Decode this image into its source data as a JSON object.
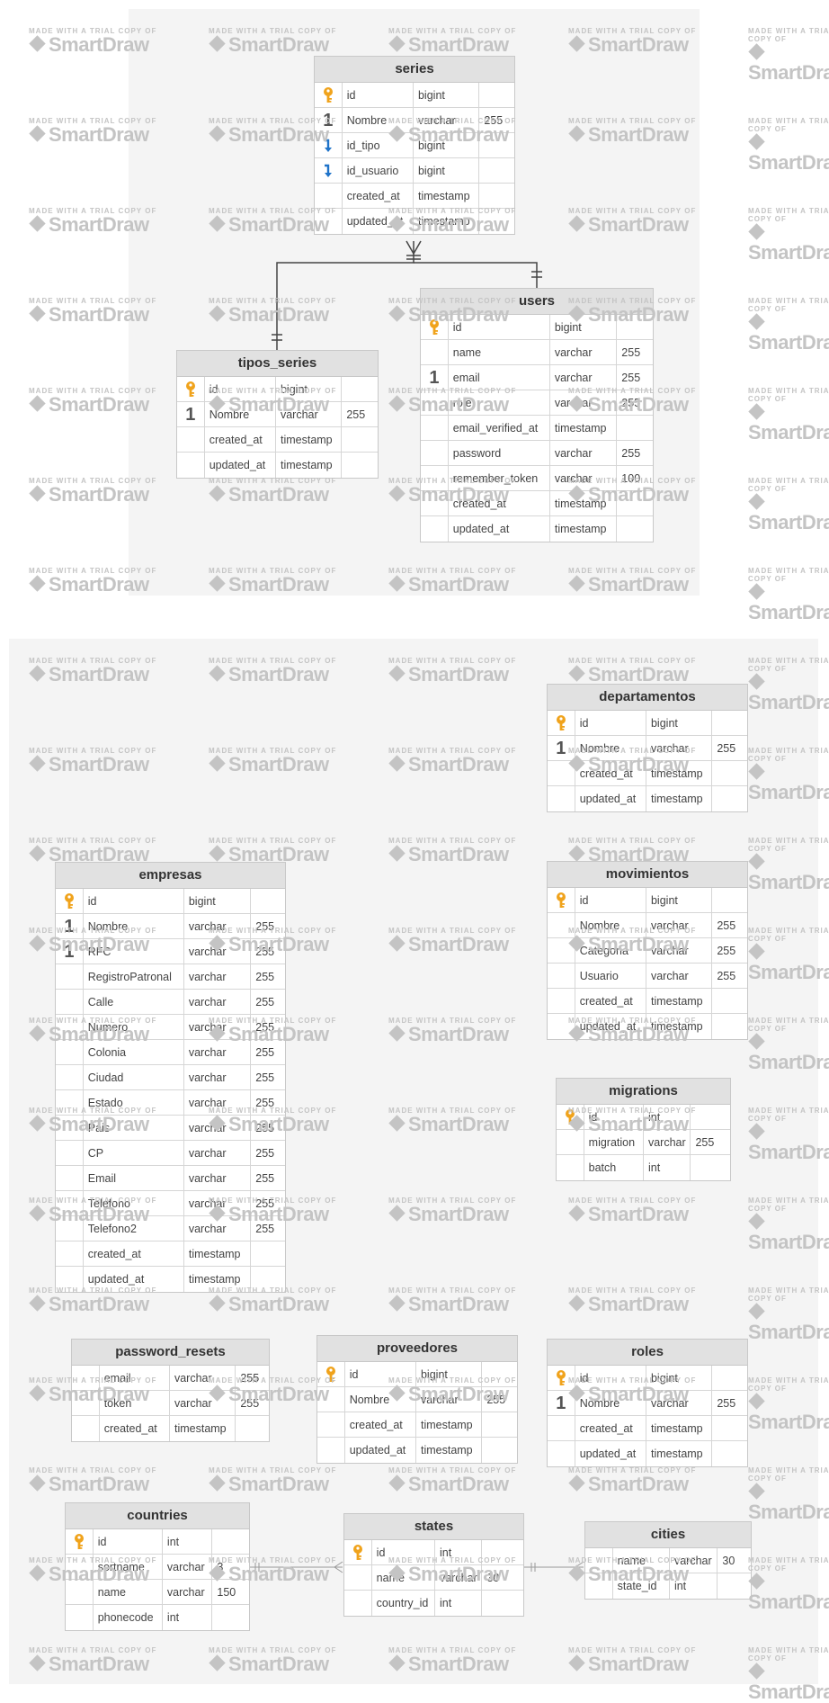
{
  "watermark": {
    "line1": "MADE WITH A TRIAL COPY OF",
    "line2": "SmartDraw"
  },
  "tables": [
    {
      "id": "series",
      "title": "series",
      "rows": [
        {
          "icon": "key",
          "name": "id",
          "type": "bigint",
          "len": ""
        },
        {
          "icon": "one",
          "name": "Nombre",
          "type": "varchar",
          "len": "255"
        },
        {
          "icon": "fk",
          "name": "id_tipo",
          "type": "bigint",
          "len": ""
        },
        {
          "icon": "fk",
          "name": "id_usuario",
          "type": "bigint",
          "len": ""
        },
        {
          "icon": "",
          "name": "created_at",
          "type": "timestamp",
          "len": ""
        },
        {
          "icon": "",
          "name": "updated_at",
          "type": "timestamp",
          "len": ""
        }
      ]
    },
    {
      "id": "users",
      "title": "users",
      "rows": [
        {
          "icon": "key",
          "name": "id",
          "type": "bigint",
          "len": ""
        },
        {
          "icon": "",
          "name": "name",
          "type": "varchar",
          "len": "255"
        },
        {
          "icon": "one",
          "name": "email",
          "type": "varchar",
          "len": "255"
        },
        {
          "icon": "",
          "name": "role",
          "type": "varchar",
          "len": "255"
        },
        {
          "icon": "",
          "name": "email_verified_at",
          "type": "timestamp",
          "len": ""
        },
        {
          "icon": "",
          "name": "password",
          "type": "varchar",
          "len": "255"
        },
        {
          "icon": "",
          "name": "remember_token",
          "type": "varchar",
          "len": "100"
        },
        {
          "icon": "",
          "name": "created_at",
          "type": "timestamp",
          "len": ""
        },
        {
          "icon": "",
          "name": "updated_at",
          "type": "timestamp",
          "len": ""
        }
      ]
    },
    {
      "id": "tipos_series",
      "title": "tipos_series",
      "rows": [
        {
          "icon": "key",
          "name": "id",
          "type": "bigint",
          "len": ""
        },
        {
          "icon": "one",
          "name": "Nombre",
          "type": "varchar",
          "len": "255"
        },
        {
          "icon": "",
          "name": "created_at",
          "type": "timestamp",
          "len": ""
        },
        {
          "icon": "",
          "name": "updated_at",
          "type": "timestamp",
          "len": ""
        }
      ]
    },
    {
      "id": "departamentos",
      "title": "departamentos",
      "rows": [
        {
          "icon": "key",
          "name": "id",
          "type": "bigint",
          "len": ""
        },
        {
          "icon": "one",
          "name": "Nombre",
          "type": "varchar",
          "len": "255"
        },
        {
          "icon": "",
          "name": "created_at",
          "type": "timestamp",
          "len": ""
        },
        {
          "icon": "",
          "name": "updated_at",
          "type": "timestamp",
          "len": ""
        }
      ]
    },
    {
      "id": "empresas",
      "title": "empresas",
      "rows": [
        {
          "icon": "key",
          "name": "id",
          "type": "bigint",
          "len": ""
        },
        {
          "icon": "one",
          "name": "Nombre",
          "type": "varchar",
          "len": "255"
        },
        {
          "icon": "one",
          "name": "RFC",
          "type": "varchar",
          "len": "255"
        },
        {
          "icon": "",
          "name": "RegistroPatronal",
          "type": "varchar",
          "len": "255"
        },
        {
          "icon": "",
          "name": "Calle",
          "type": "varchar",
          "len": "255"
        },
        {
          "icon": "",
          "name": "Numero",
          "type": "varchar",
          "len": "255"
        },
        {
          "icon": "",
          "name": "Colonia",
          "type": "varchar",
          "len": "255"
        },
        {
          "icon": "",
          "name": "Ciudad",
          "type": "varchar",
          "len": "255"
        },
        {
          "icon": "",
          "name": "Estado",
          "type": "varchar",
          "len": "255"
        },
        {
          "icon": "",
          "name": "Pais",
          "type": "varchar",
          "len": "255"
        },
        {
          "icon": "",
          "name": "CP",
          "type": "varchar",
          "len": "255"
        },
        {
          "icon": "",
          "name": "Email",
          "type": "varchar",
          "len": "255"
        },
        {
          "icon": "",
          "name": "Telefono",
          "type": "varchar",
          "len": "255"
        },
        {
          "icon": "",
          "name": "Telefono2",
          "type": "varchar",
          "len": "255"
        },
        {
          "icon": "",
          "name": "created_at",
          "type": "timestamp",
          "len": ""
        },
        {
          "icon": "",
          "name": "updated_at",
          "type": "timestamp",
          "len": ""
        }
      ]
    },
    {
      "id": "movimientos",
      "title": "movimientos",
      "rows": [
        {
          "icon": "key",
          "name": "id",
          "type": "bigint",
          "len": ""
        },
        {
          "icon": "",
          "name": "Nombre",
          "type": "varchar",
          "len": "255"
        },
        {
          "icon": "",
          "name": "Categoria",
          "type": "varchar",
          "len": "255"
        },
        {
          "icon": "",
          "name": "Usuario",
          "type": "varchar",
          "len": "255"
        },
        {
          "icon": "",
          "name": "created_at",
          "type": "timestamp",
          "len": ""
        },
        {
          "icon": "",
          "name": "updated_at",
          "type": "timestamp",
          "len": ""
        }
      ]
    },
    {
      "id": "migrations",
      "title": "migrations",
      "rows": [
        {
          "icon": "key",
          "name": "id",
          "type": "int",
          "len": ""
        },
        {
          "icon": "",
          "name": "migration",
          "type": "varchar",
          "len": "255"
        },
        {
          "icon": "",
          "name": "batch",
          "type": "int",
          "len": ""
        }
      ]
    },
    {
      "id": "password_resets",
      "title": "password_resets",
      "rows": [
        {
          "icon": "",
          "name": "email",
          "type": "varchar",
          "len": "255"
        },
        {
          "icon": "",
          "name": "token",
          "type": "varchar",
          "len": "255"
        },
        {
          "icon": "",
          "name": "created_at",
          "type": "timestamp",
          "len": ""
        }
      ]
    },
    {
      "id": "proveedores",
      "title": "proveedores",
      "rows": [
        {
          "icon": "key",
          "name": "id",
          "type": "bigint",
          "len": ""
        },
        {
          "icon": "",
          "name": "Nombre",
          "type": "varchar",
          "len": "255"
        },
        {
          "icon": "",
          "name": "created_at",
          "type": "timestamp",
          "len": ""
        },
        {
          "icon": "",
          "name": "updated_at",
          "type": "timestamp",
          "len": ""
        }
      ]
    },
    {
      "id": "roles",
      "title": "roles",
      "rows": [
        {
          "icon": "key",
          "name": "id",
          "type": "bigint",
          "len": ""
        },
        {
          "icon": "one",
          "name": "Nombre",
          "type": "varchar",
          "len": "255"
        },
        {
          "icon": "",
          "name": "created_at",
          "type": "timestamp",
          "len": ""
        },
        {
          "icon": "",
          "name": "updated_at",
          "type": "timestamp",
          "len": ""
        }
      ]
    },
    {
      "id": "countries",
      "title": "countries",
      "rows": [
        {
          "icon": "key",
          "name": "id",
          "type": "int",
          "len": ""
        },
        {
          "icon": "",
          "name": "sortname",
          "type": "varchar",
          "len": "3"
        },
        {
          "icon": "",
          "name": "name",
          "type": "varchar",
          "len": "150"
        },
        {
          "icon": "",
          "name": "phonecode",
          "type": "int",
          "len": ""
        }
      ]
    },
    {
      "id": "states",
      "title": "states",
      "rows": [
        {
          "icon": "key",
          "name": "id",
          "type": "int",
          "len": ""
        },
        {
          "icon": "",
          "name": "name",
          "type": "varchar",
          "len": "30"
        },
        {
          "icon": "",
          "name": "country_id",
          "type": "int",
          "len": ""
        }
      ]
    },
    {
      "id": "cities",
      "title": "cities",
      "rows": [
        {
          "icon": "",
          "name": "name",
          "type": "varchar",
          "len": "30"
        },
        {
          "icon": "",
          "name": "state_id",
          "type": "int",
          "len": ""
        }
      ]
    }
  ]
}
